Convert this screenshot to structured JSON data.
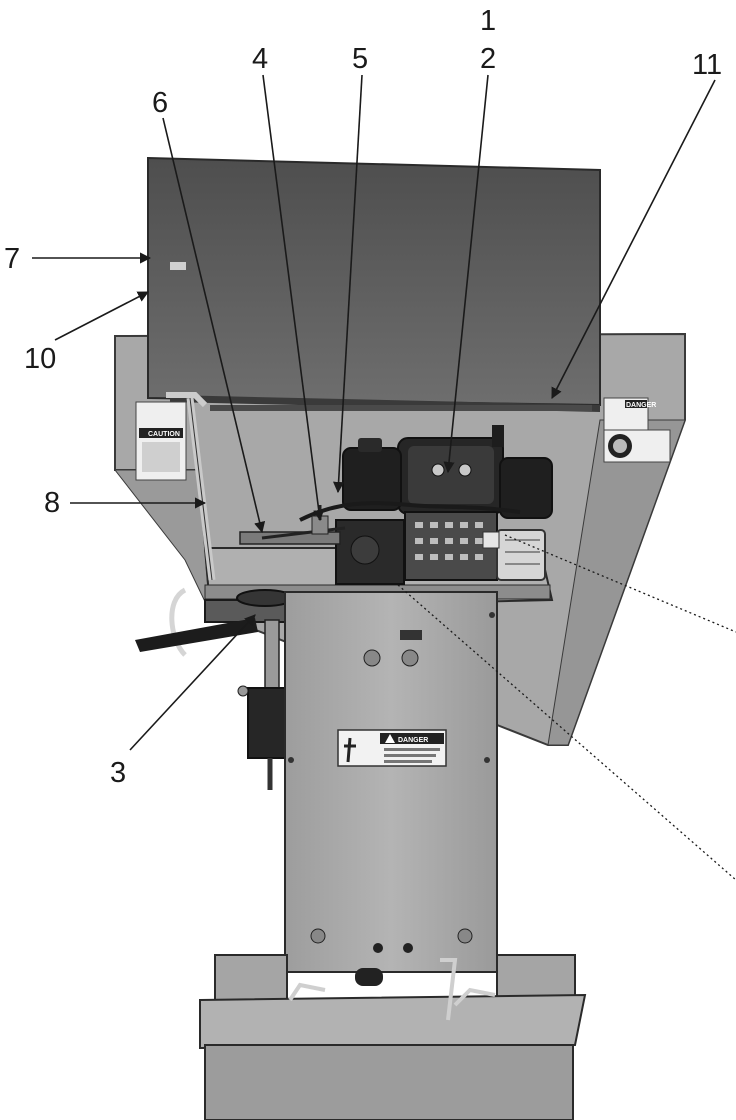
{
  "diagram": {
    "callouts": [
      {
        "id": "1",
        "text": "1"
      },
      {
        "id": "2",
        "text": "2"
      },
      {
        "id": "3",
        "text": "3"
      },
      {
        "id": "4",
        "text": "4"
      },
      {
        "id": "5",
        "text": "5"
      },
      {
        "id": "6",
        "text": "6"
      },
      {
        "id": "7",
        "text": "7"
      },
      {
        "id": "8",
        "text": "8"
      },
      {
        "id": "10",
        "text": "10"
      },
      {
        "id": "11",
        "text": "11"
      }
    ],
    "decals": {
      "danger_center": "DANGER",
      "caution_left": "CAUTION",
      "danger_right": "DANGER"
    },
    "colors": {
      "machine_body": "#a9a9a9",
      "hopper_dark": "#5b5b5b",
      "engine": "#2b2b2b",
      "outline": "#1a1a1a",
      "background": "#ffffff"
    }
  }
}
